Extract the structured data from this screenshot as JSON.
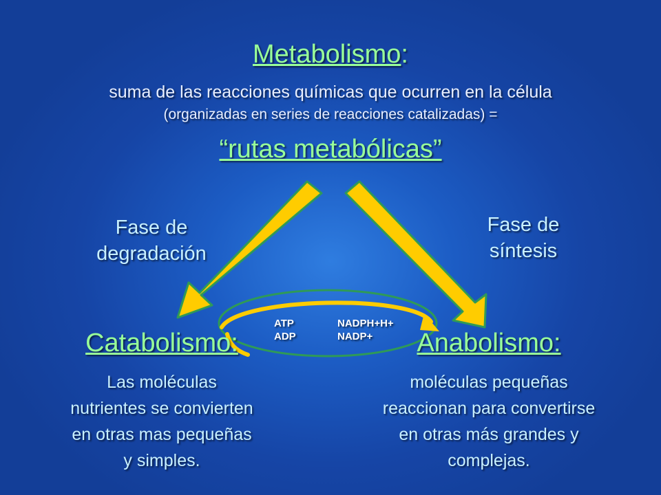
{
  "title": {
    "word": "Metabolismo",
    "colon": ":"
  },
  "subtitle": "suma de las reacciones químicas que ocurren en la célula",
  "subtitle2": "(organizadas en series de reacciones catalizadas) =",
  "routes": "“rutas metabólicas”",
  "phases": {
    "degradation": {
      "line1": "Fase de",
      "line2": "degradación"
    },
    "synthesis": {
      "line1": "Fase de",
      "line2": "síntesis"
    }
  },
  "catabolism": {
    "title": "Catabolismo:",
    "lines": [
      "Las moléculas",
      "nutrientes se convierten",
      "en otras mas pequeñas",
      "y simples."
    ]
  },
  "anabolism": {
    "title": "Anabolismo:",
    "lines": [
      "moléculas pequeñas",
      "reaccionan para convertirse",
      "en otras más grandes y",
      "complejas."
    ]
  },
  "cycle": {
    "left": {
      "top": "ATP",
      "bottom": "ADP"
    },
    "right": {
      "top": "NADPH+H+",
      "bottom": "NADP+"
    }
  },
  "colors": {
    "title_green": "#99ff99",
    "arrow_fill": "#ffcc00",
    "arrow_stroke": "#2f9a57",
    "text_light": "#c8f0ff"
  }
}
